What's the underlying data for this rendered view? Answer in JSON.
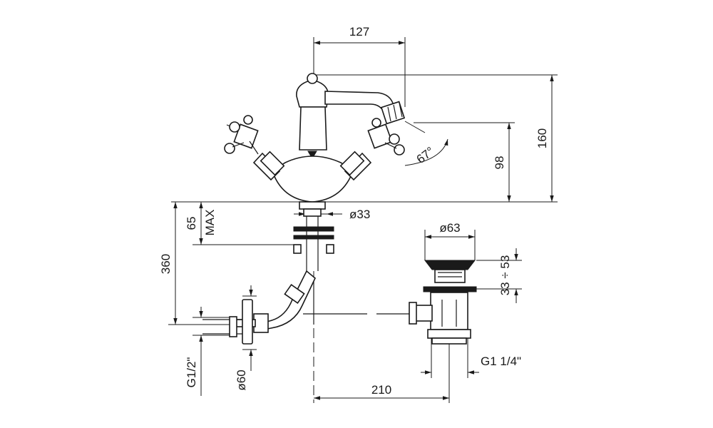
{
  "drawing": {
    "dimensions": {
      "spout_reach": "127",
      "total_height": "160",
      "spout_height": "98",
      "spout_angle": "67°",
      "inlet_diameter": "ø33",
      "max_thickness_value": "65",
      "max_thickness_label": "MAX",
      "flexible_length": "360",
      "waste_diameter": "ø63",
      "waste_range": "33 ÷ 53",
      "inlet_thread": "G1/2\"",
      "rosette_diameter": "ø60",
      "centre_distance": "210",
      "waste_thread": "G1  1/4\""
    }
  }
}
